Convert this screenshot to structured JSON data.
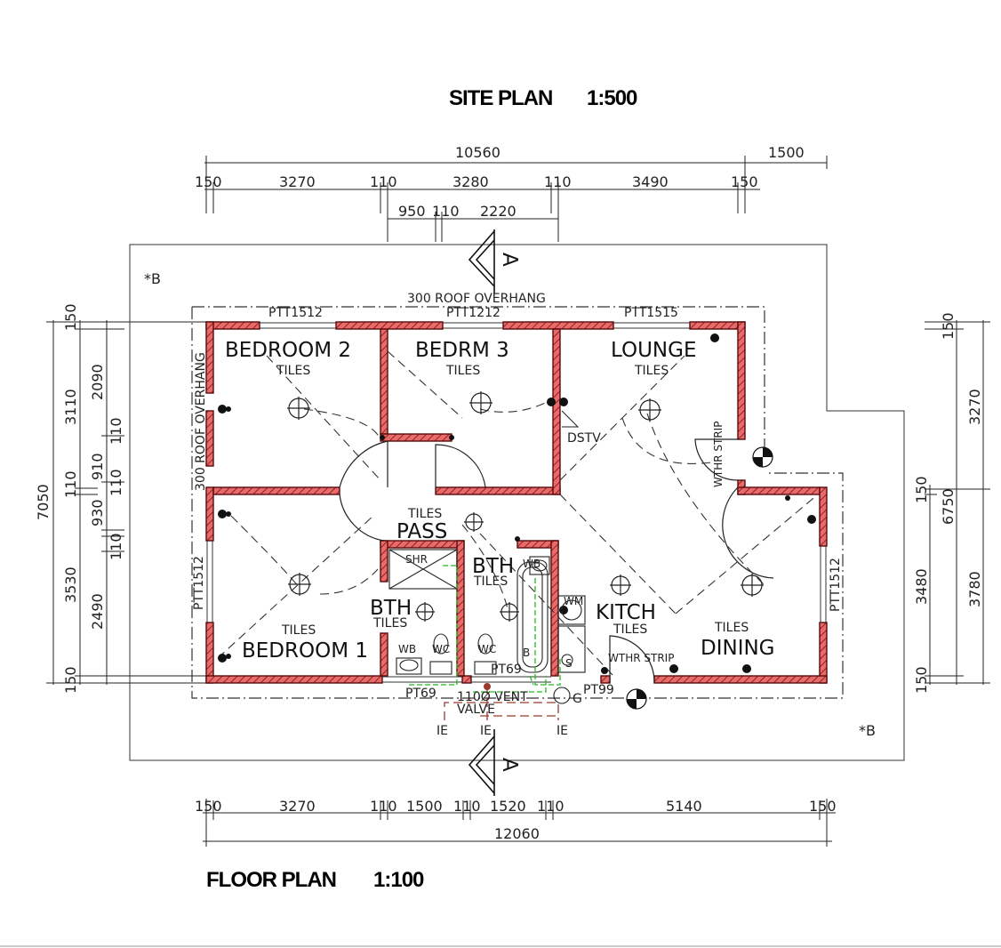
{
  "titles": {
    "site_plan": "SITE PLAN",
    "site_scale": "1:500",
    "floor_plan": "FLOOR PLAN",
    "floor_scale": "1:100"
  },
  "top_dims": {
    "overall": "10560",
    "extra": "1500",
    "row2": [
      "150",
      "3270",
      "110",
      "3280",
      "110",
      "3490",
      "150"
    ],
    "row3": [
      "950",
      "110",
      "2220"
    ]
  },
  "bottom_dims": {
    "row1": [
      "150",
      "3270",
      "110",
      "1500",
      "110",
      "1520",
      "110",
      "5140",
      "150"
    ],
    "overall": "12060"
  },
  "left_dims": {
    "overall": "7050",
    "col2": [
      "150",
      "3110",
      "110",
      "3530"
    ],
    "col3": [
      "2090",
      "910",
      "930",
      "2490",
      "150"
    ],
    "col4": [
      "110",
      "110",
      "110"
    ]
  },
  "right_dims": {
    "outer": [
      "150",
      "3270",
      "6750",
      "3780"
    ],
    "inner": [
      "150",
      "3480",
      "150"
    ]
  },
  "section_marker": "A",
  "site_marker": "*B",
  "rooms": {
    "bedroom2": "BEDROOM 2",
    "bedrm3": "BEDRM 3",
    "lounge": "LOUNGE",
    "pass": "PASS",
    "bth1": "BTH",
    "bth2": "BTH",
    "kitch": "KITCH",
    "bedroom1": "BEDROOM 1",
    "dining": "DINING"
  },
  "finishes": {
    "tiles": "TILES"
  },
  "labels": {
    "roof_overhang_top": "300 ROOF OVERHANG",
    "roof_overhang_side": "300 ROOF OVERHANG",
    "win_ptt1512_a": "PTT1512",
    "win_ptt1212": "PTT1212",
    "win_ptt1515": "PTT1515",
    "win_ptt1512_left": "PTT1512",
    "win_ptt1512_right": "PTT1512",
    "dstv": "DSTV",
    "wthr_strip": "WTHR STRIP",
    "wthr_strip2": "WTHR STRIP",
    "shr": "SHR",
    "wb": "WB",
    "wc": "WC",
    "b": "B",
    "wm": "WM",
    "s": "S",
    "pt69a": "PT69",
    "pt69b": "PT69",
    "pt99": "PT99",
    "vent": "110Ø VENT",
    "valve": "VALVE",
    "ie": "IE",
    "g": "G"
  },
  "colors": {
    "wall_fill": "#e06060",
    "wall_stroke": "#8a1a1a",
    "green_pipe": "#22bb22",
    "drain": "#9a3a2a"
  }
}
